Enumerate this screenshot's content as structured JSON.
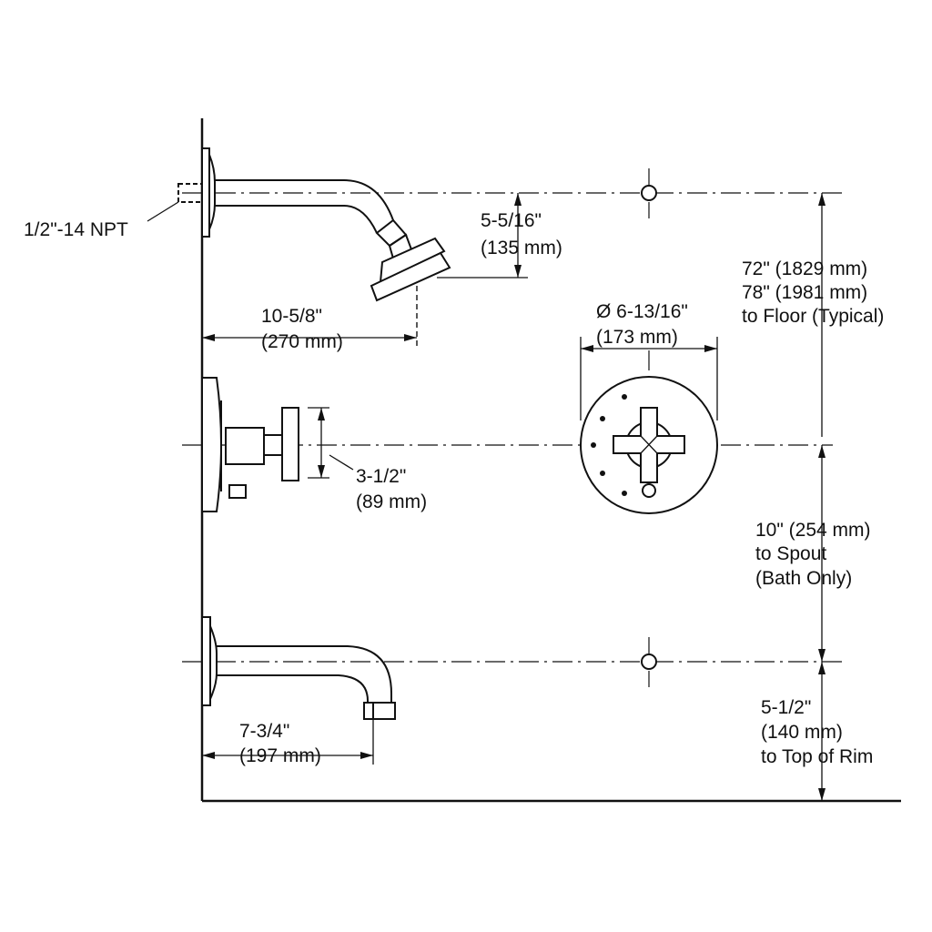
{
  "labels": {
    "npt": "1/2\"-14 NPT",
    "head_drop_in": "5-5/16\"",
    "head_drop_mm": "(135 mm)",
    "arm_reach_in": "10-5/8\"",
    "arm_reach_mm": "(270 mm)",
    "floor_1": "72\" (1829 mm)",
    "floor_2": "78\" (1981 mm)",
    "floor_3": "to Floor (Typical)",
    "plate_dia_in": "Ø 6-13/16\"",
    "plate_dia_mm": "(173 mm)",
    "handle_in": "3-1/2\"",
    "handle_mm": "(89 mm)",
    "spout_1": "10\" (254 mm)",
    "spout_2": "to Spout",
    "spout_3": "(Bath Only)",
    "spout_reach_in": "7-3/4\"",
    "spout_reach_mm": "(197 mm)",
    "rim_1": "5-1/2\"",
    "rim_2": "(140 mm)",
    "rim_3": "to Top of Rim"
  }
}
